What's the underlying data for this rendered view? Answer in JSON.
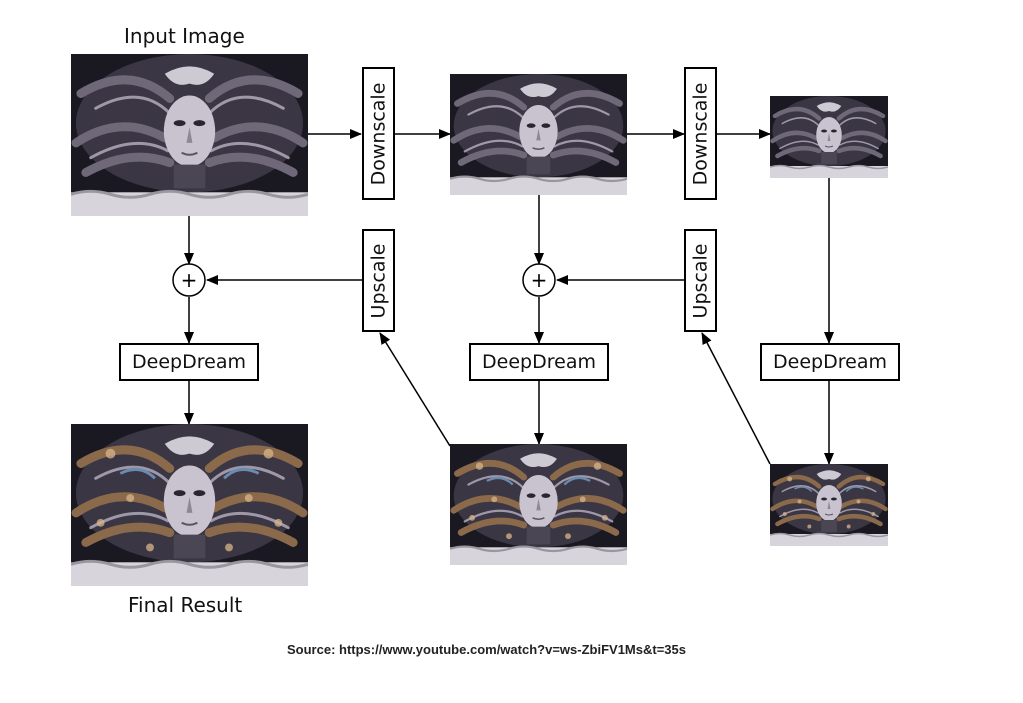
{
  "labels": {
    "input": "Input Image",
    "final": "Final Result",
    "downscale": "Downscale",
    "upscale": "Upscale",
    "deepdream": "DeepDream",
    "plus": "+"
  },
  "source": "Source: https://www.youtube.com/watch?v=ws-ZbiFV1Ms&t=35s",
  "colors": {
    "background": "#ffffff",
    "stroke": "#000000",
    "image_dark": "#1a1820",
    "image_light": "#e8e4ec",
    "image_dream_accent": "#8a6a4a"
  },
  "images": [
    {
      "id": "input",
      "style": "original"
    },
    {
      "id": "downscaled-1",
      "style": "original"
    },
    {
      "id": "downscaled-2",
      "style": "original"
    },
    {
      "id": "dreamed-small",
      "style": "dreamed"
    },
    {
      "id": "dreamed-mid",
      "style": "dreamed"
    },
    {
      "id": "final",
      "style": "dreamed"
    }
  ]
}
